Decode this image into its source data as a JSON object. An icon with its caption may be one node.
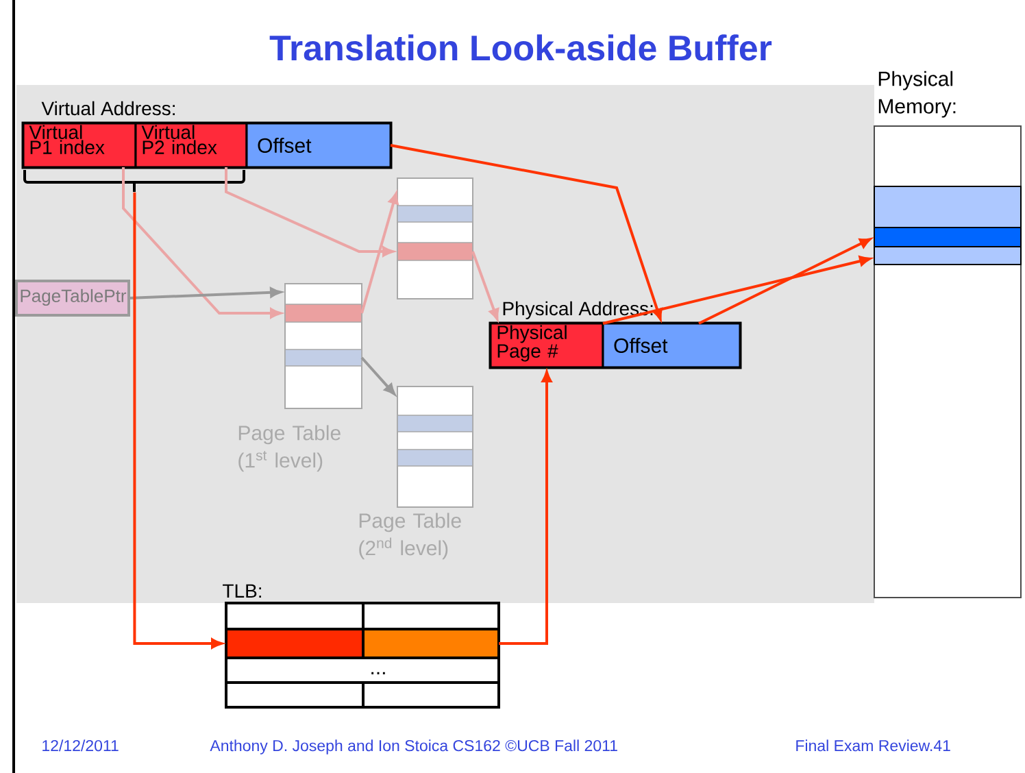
{
  "diagram": {
    "title": "Translation Look-aside Buffer",
    "nodes": [
      {
        "text": [
          "Virtual Address:"
        ]
      },
      {
        "text": [
          "Virtual P1 index"
        ],
        "in": 0
      },
      {
        "text": [
          "Virtual P2 index"
        ],
        "in": 0
      },
      {
        "text": [
          "Offset"
        ],
        "in": 0
      },
      {
        "text": [],
        "shape": "bracket"
      },
      {
        "text": [
          "PageTablePtr"
        ]
      },
      {
        "text": [
          "Page Table (1$^{st}$ level)"
        ]
      },
      {
        "text": [],
        "shape": "bar",
        "in": 6
      },
      {
        "text": [],
        "shape": "bar",
        "in": 6
      },
      {
        "text": [],
        "shape": "box"
      },
      {
        "text": [],
        "shape": "bar",
        "in": 9
      },
      {
        "text": [],
        "shape": "bar",
        "in": 9
      },
      {
        "text": [
          "Page Table (2$^{nd}$ level)"
        ]
      },
      {
        "text": [],
        "shape": "bar",
        "in": 12
      },
      {
        "text": [],
        "shape": "bar",
        "in": 12
      },
      {
        "text": [
          "Physical Address:"
        ]
      },
      {
        "text": [
          "Physical Page #"
        ],
        "in": 15
      },
      {
        "text": [
          "Offset"
        ],
        "in": 15
      },
      {
        "text": [
          "Physical Memory:"
        ]
      },
      {
        "text": [],
        "shape": "bar",
        "in": 18
      },
      {
        "text": [],
        "shape": "bar",
        "in": 19
      },
      {
        "text": [
          "TLB:"
        ]
      },
      {
        "text": [],
        "shape": "bar",
        "in": 21
      },
      {
        "text": [],
        "shape": "bar",
        "in": 21
      }
    ],
    "edges": [
      {
        "from": 1,
        "to": 7,
        "arrow": "to",
        "color": "#eba5a5"
      },
      {
        "from": 2,
        "to": 11,
        "arrow": "to",
        "color": "#eba5a5"
      },
      {
        "from": 5,
        "to": 6,
        "arrow": "to",
        "color": "#999999"
      },
      {
        "from": 7,
        "to": 9,
        "arrow": "to",
        "color": "#eba5a5"
      },
      {
        "from": 8,
        "to": 12,
        "arrow": "to",
        "color": "#999999"
      },
      {
        "from": 11,
        "to": 16,
        "arrow": "to",
        "color": "#eba5a5"
      },
      {
        "from": 4,
        "to": 22,
        "arrow": "to"
      },
      {
        "from": 23,
        "to": 16,
        "arrow": "to"
      },
      {
        "from": 3,
        "to": 17,
        "arrow": "to"
      },
      {
        "from": 16,
        "to": 19,
        "arrow": "to"
      },
      {
        "from": 17,
        "to": 20,
        "arrow": "to"
      }
    ],
    "labels": [
      "...",
      "12/12/2011",
      "Anthony D. Joseph and Ion Stoica CS162 ©UCB Fall 2011",
      "Final Exam Review.41"
    ]
  }
}
